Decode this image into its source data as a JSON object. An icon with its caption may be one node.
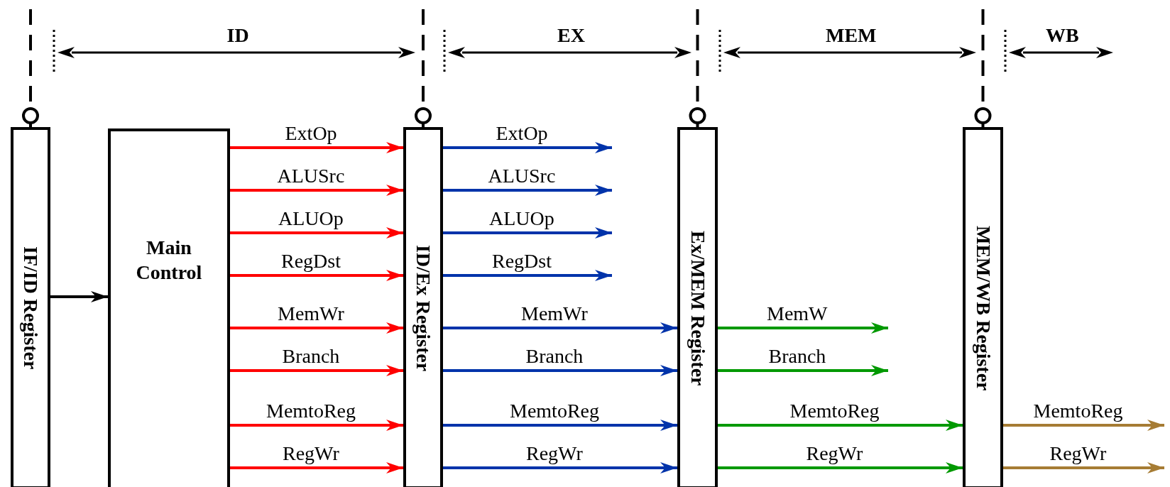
{
  "diagram": {
    "nodes": [
      {
        "text": [
          "IF/ID Register"
        ]
      },
      {
        "text": [
          "Main Control"
        ]
      },
      {
        "text": [
          "ID/Ex Register"
        ]
      },
      {
        "text": [
          "Ex/MEM Register"
        ]
      },
      {
        "text": [
          "MEM/WB Register"
        ]
      }
    ],
    "edges": [
      {
        "from": 0,
        "to": 1,
        "arrow": "to",
        "color": "#000000"
      },
      {
        "from": 1,
        "to": 2,
        "arrow": "to",
        "label": "ExtOp",
        "color": "#ff0000"
      },
      {
        "from": 1,
        "to": 2,
        "arrow": "to",
        "label": "ALUSrc",
        "color": "#ff0000"
      },
      {
        "from": 1,
        "to": 2,
        "arrow": "to",
        "label": "ALUOp",
        "color": "#ff0000"
      },
      {
        "from": 1,
        "to": 2,
        "arrow": "to",
        "label": "RegDst",
        "color": "#ff0000"
      },
      {
        "from": 1,
        "to": 2,
        "arrow": "to",
        "label": "MemWr",
        "color": "#ff0000"
      },
      {
        "from": 1,
        "to": 2,
        "arrow": "to",
        "label": "Branch",
        "color": "#ff0000"
      },
      {
        "from": 1,
        "to": 2,
        "arrow": "to",
        "label": "MemtoReg",
        "color": "#ff0000"
      },
      {
        "from": 1,
        "to": 2,
        "arrow": "to",
        "label": "RegWr",
        "color": "#ff0000"
      },
      {
        "from": 2,
        "to": null,
        "arrow": "to",
        "label": "ExtOp",
        "color": "#0033aa"
      },
      {
        "from": 2,
        "to": null,
        "arrow": "to",
        "label": "ALUSrc",
        "color": "#0033aa"
      },
      {
        "from": 2,
        "to": null,
        "arrow": "to",
        "label": "ALUOp",
        "color": "#0033aa"
      },
      {
        "from": 2,
        "to": null,
        "arrow": "to",
        "label": "RegDst",
        "color": "#0033aa"
      },
      {
        "from": 2,
        "to": 3,
        "arrow": "to",
        "label": "MemWr",
        "color": "#0033aa"
      },
      {
        "from": 2,
        "to": 3,
        "arrow": "to",
        "label": "Branch",
        "color": "#0033aa"
      },
      {
        "from": 2,
        "to": 3,
        "arrow": "to",
        "label": "MemtoReg",
        "color": "#0033aa"
      },
      {
        "from": 2,
        "to": 3,
        "arrow": "to",
        "label": "RegWr",
        "color": "#0033aa"
      },
      {
        "from": 3,
        "to": null,
        "arrow": "to",
        "label": "MemW",
        "color": "#009900"
      },
      {
        "from": 3,
        "to": null,
        "arrow": "to",
        "label": "Branch",
        "color": "#009900"
      },
      {
        "from": 3,
        "to": 4,
        "arrow": "to",
        "label": "MemtoReg",
        "color": "#009900"
      },
      {
        "from": 3,
        "to": 4,
        "arrow": "to",
        "label": "RegWr",
        "color": "#009900"
      },
      {
        "from": 4,
        "to": null,
        "arrow": "to",
        "label": "MemtoReg",
        "color": "#a67c34"
      },
      {
        "from": 4,
        "to": null,
        "arrow": "to",
        "label": "RegWr",
        "color": "#a67c34"
      }
    ],
    "labels": [
      "ID",
      "EX",
      "MEM",
      "WB"
    ]
  }
}
